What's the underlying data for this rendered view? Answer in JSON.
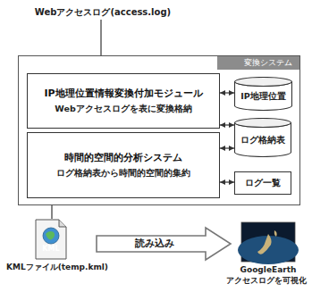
{
  "diagram": {
    "nodes": [
      {
        "text": [
          "変換システム"
        ]
      },
      {
        "text": [
          "IP地理位置情報変換付加モジュール",
          "Webアクセスログを表に変換格納"
        ],
        "in": 0
      },
      {
        "text": [
          "IP地理位置"
        ],
        "in": 0
      },
      {
        "text": [
          "ログ格納表"
        ],
        "in": 0
      },
      {
        "text": [
          "時間的空間的分析システム",
          "ログ格納表から時間的空間的集約"
        ],
        "in": 0
      },
      {
        "text": [
          "ログ一覧"
        ],
        "in": 0
      }
    ],
    "edges": [
      {
        "from": 1,
        "to": 2,
        "arrow": "both"
      },
      {
        "from": 1,
        "to": 3,
        "arrow": "both"
      },
      {
        "from": 4,
        "to": 3,
        "arrow": "both"
      },
      {
        "from": 4,
        "to": 5,
        "arrow": "both"
      }
    ],
    "labels": [
      "Webアクセスログ(access.log)",
      "KML",
      "KMLファイル(temp.kml)",
      "読み込み",
      "GoogleEarth",
      "アクセスログを可視化"
    ]
  }
}
